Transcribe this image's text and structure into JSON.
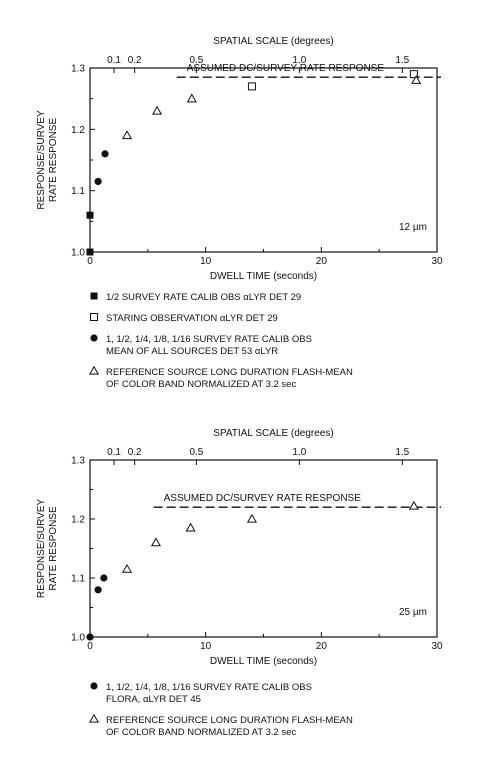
{
  "chart_data": [
    {
      "type": "scatter",
      "title": "",
      "top_axis_label": "SPATIAL SCALE (degrees)",
      "top_ticks": [
        "0.1",
        "0.2",
        "0.5",
        "1.0",
        "1.5"
      ],
      "top_tick_values": [
        0.1,
        0.2,
        0.5,
        1.0,
        1.5
      ],
      "xlabel": "DWELL TIME (seconds)",
      "ylabel": "RESPONSE/SURVEY RATE RESPONSE",
      "ylabel_lines": [
        "RESPONSE/SURVEY",
        "RATE RESPONSE"
      ],
      "xlim": [
        0,
        30
      ],
      "ylim": [
        1.0,
        1.3
      ],
      "x_ticks": [
        "0",
        "10",
        "20",
        "30"
      ],
      "y_ticks": [
        "1.0",
        "1.1",
        "1.2",
        "1.3"
      ],
      "wavelength_label": "12 µm",
      "reference_line": {
        "label": "ASSUMED DC/SURVEY RATE RESPONSE",
        "y": 1.285,
        "x_start": 7.5,
        "x_end": 30
      },
      "series": [
        {
          "marker": "filled-square",
          "points": [
            [
              0.0,
              1.0
            ],
            [
              0.0,
              1.06
            ]
          ]
        },
        {
          "marker": "open-square",
          "points": [
            [
              14.0,
              1.27
            ],
            [
              28.0,
              1.29
            ]
          ]
        },
        {
          "marker": "filled-circle",
          "points": [
            [
              0.0,
              1.0
            ],
            [
              0.7,
              1.115
            ],
            [
              1.3,
              1.16
            ]
          ]
        },
        {
          "marker": "open-triangle",
          "points": [
            [
              3.2,
              1.19
            ],
            [
              5.8,
              1.23
            ],
            [
              8.8,
              1.25
            ],
            [
              28.2,
              1.28
            ]
          ]
        }
      ],
      "legend": [
        {
          "marker": "filled-square",
          "lines": [
            "1/2 SURVEY RATE CALIB OBS αLYR DET 29"
          ]
        },
        {
          "marker": "open-square",
          "lines": [
            "STARING OBSERVATION αLYR DET 29"
          ]
        },
        {
          "marker": "filled-circle",
          "lines": [
            "1, 1/2, 1/4, 1/8, 1/16 SURVEY RATE CALIB OBS",
            "MEAN OF ALL SOURCES DET 53 αLYR"
          ]
        },
        {
          "marker": "open-triangle",
          "lines": [
            "REFERENCE SOURCE LONG DURATION FLASH-MEAN",
            "OF COLOR BAND NORMALIZED AT 3.2 sec"
          ]
        }
      ]
    },
    {
      "type": "scatter",
      "title": "",
      "top_axis_label": "SPATIAL SCALE (degrees)",
      "top_ticks": [
        "0.1",
        "0.2",
        "0.5",
        "1.0",
        "1.5"
      ],
      "top_tick_values": [
        0.1,
        0.2,
        0.5,
        1.0,
        1.5
      ],
      "xlabel": "DWELL TIME (seconds)",
      "ylabel": "RESPONSE/SURVEY RATE RESPONSE",
      "ylabel_lines": [
        "RESPONSE/SURVEY",
        "RATE RESPONSE"
      ],
      "xlim": [
        0,
        30
      ],
      "ylim": [
        1.0,
        1.3
      ],
      "x_ticks": [
        "0",
        "10",
        "20",
        "30"
      ],
      "y_ticks": [
        "1.0",
        "1.1",
        "1.2",
        "1.3"
      ],
      "wavelength_label": "25 µm",
      "reference_line": {
        "label": "ASSUMED DC/SURVEY RATE RESPONSE",
        "y": 1.22,
        "x_start": 5.5,
        "x_end": 30
      },
      "series": [
        {
          "marker": "filled-circle",
          "points": [
            [
              0.0,
              1.0
            ],
            [
              0.7,
              1.08
            ],
            [
              1.2,
              1.1
            ]
          ]
        },
        {
          "marker": "open-triangle",
          "points": [
            [
              3.2,
              1.115
            ],
            [
              5.7,
              1.16
            ],
            [
              8.7,
              1.185
            ],
            [
              14.0,
              1.2
            ],
            [
              28.0,
              1.222
            ]
          ]
        }
      ],
      "legend": [
        {
          "marker": "filled-circle",
          "lines": [
            "1, 1/2, 1/4, 1/8, 1/16 SURVEY RATE CALIB OBS",
            "FLORA, αLYR DET 45"
          ]
        },
        {
          "marker": "open-triangle",
          "lines": [
            "REFERENCE SOURCE LONG DURATION FLASH-MEAN",
            "OF COLOR BAND NORMALIZED AT 3.2 sec"
          ]
        }
      ]
    }
  ]
}
